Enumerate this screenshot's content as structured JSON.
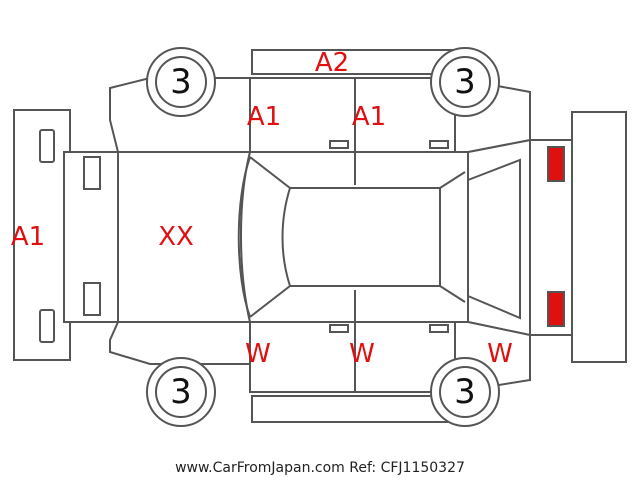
{
  "colors": {
    "damage_mark": "#e01010",
    "outline": "#555555",
    "front_lamp": "#f2ee1a",
    "rear_lamp": "#e01010"
  },
  "tires": {
    "front_left": "3",
    "rear_left": "3",
    "front_right": "3",
    "rear_right": "3"
  },
  "marks": {
    "roof_top": "A2",
    "front_door_top": "A1",
    "rear_door_top": "A1",
    "front_bumper": "A1",
    "hood": "XX",
    "front_door_bottom": "W",
    "rear_door_bottom": "W",
    "rear_quarter_bottom": "W"
  },
  "footer": "www.CarFromJapan.com Ref: CFJ1150327"
}
